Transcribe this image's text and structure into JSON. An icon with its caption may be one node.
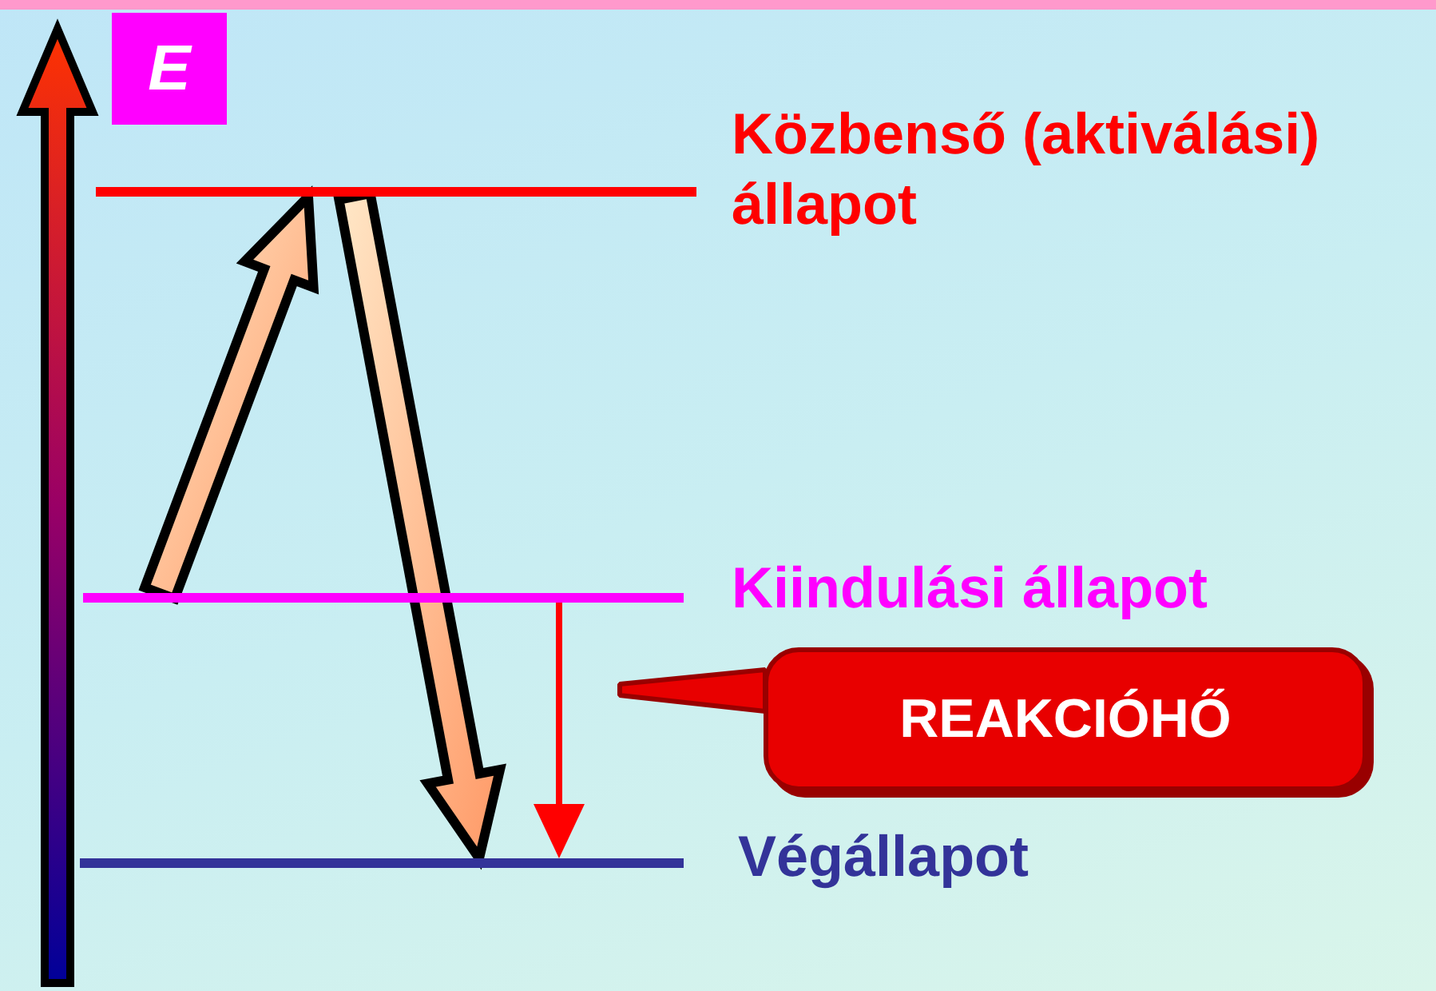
{
  "diagram": {
    "nodes": [
      {
        "text": [],
        "shape": "line",
        "beside": [
          "Közbenső (aktiválási) állapot"
        ]
      },
      {
        "text": [],
        "shape": "line",
        "beside": [
          "Kiindulási állapot"
        ]
      },
      {
        "text": [],
        "shape": "line",
        "beside": [
          "Végállapot"
        ]
      },
      {
        "text": [
          "REAKCIÓHŐ"
        ]
      }
    ],
    "edges": [
      {
        "from": 1,
        "to": 0,
        "arrow": "to",
        "style": "thick"
      },
      {
        "from": 0,
        "to": 2,
        "arrow": "to",
        "style": "thick"
      },
      {
        "from": 1,
        "to": 2,
        "arrow": "to",
        "color": "#ff0000"
      },
      {
        "from": 3,
        "to": null,
        "arrow": "none"
      }
    ],
    "labels": [
      "E"
    ]
  }
}
